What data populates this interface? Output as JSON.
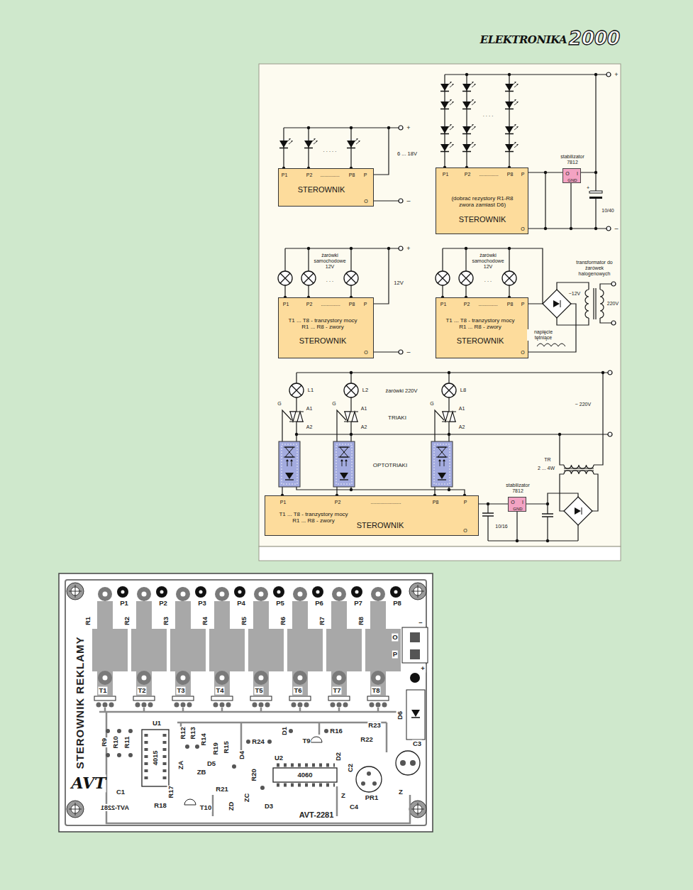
{
  "diagram": {
    "nodes": [
      {
        "text": [
          "P1",
          "P2",
          "..............",
          "P8",
          "P",
          "O",
          "STEROWNIK"
        ]
      },
      {
        "text": [
          "P1",
          "P2",
          "..............",
          "P8",
          "P",
          "O",
          "(dobrać rezystory R1-R8 zwora zamiast D6)",
          "STEROWNIK"
        ]
      },
      {
        "text": [
          "stabilizator 7812",
          "O",
          "I",
          "GND"
        ]
      },
      {
        "text": [
          "P1",
          "P2",
          "..............",
          "P8",
          "P",
          "O",
          "T1 ... T8 - tranzystory mocy R1 ... R8 - zwory",
          "STEROWNIK"
        ]
      },
      {
        "text": [
          "P1",
          "P2",
          "..............",
          "P8",
          "P",
          "O",
          "T1 ... T8 - tranzystory mocy R1 ... R8 - zwory",
          "STEROWNIK"
        ]
      },
      {
        "text": [
          "P1",
          "P2",
          "......................",
          "P8",
          "P",
          "O",
          "T1 ... T8 - tranzystory mocy R1 ... R8 - zwory",
          "STEROWNIK"
        ]
      },
      {
        "text": [
          "stabilizator 7812",
          "O",
          "I",
          "GND"
        ]
      }
    ],
    "edges": [
      {
        "from": 1,
        "to": 2,
        "arrow": "none"
      },
      {
        "from": 5,
        "to": 6,
        "arrow": "none"
      }
    ],
    "labels": [
      "ELEKTRONIKA",
      "2000",
      "+",
      "6 ... 18V",
      "–",
      "+",
      "+",
      "10/40",
      "–",
      ". . . . .",
      ". . . .",
      "+",
      "żarówki samochodowe 12V",
      ". . .",
      "12V",
      "–",
      "żarówki samochodowe 12V",
      ". . .",
      "transformator do żarówek halogenowych",
      "~12V",
      "220V",
      "napięcie tętniące",
      "L1",
      "L2",
      "L8",
      "żarówki 220V",
      "G",
      "A1",
      "A2",
      "G",
      "A1",
      "A2",
      "TRIAKI",
      "G",
      "A1",
      "A2",
      "OPTOTRIAKI",
      "~ 220V",
      "TR",
      "2 ... 4W",
      "10/16",
      "P1",
      "P2",
      "P3",
      "P4",
      "P5",
      "P6",
      "P7",
      "P8",
      "R1",
      "R2",
      "R3",
      "R4",
      "R5",
      "R6",
      "R7",
      "R8",
      "T1",
      "T2",
      "T3",
      "T4",
      "T5",
      "T6",
      "T7",
      "T8",
      "STEROWNIK REKLAMY",
      "R9",
      "R10",
      "R11",
      "U1",
      "4015",
      "R12",
      "R13",
      "R14",
      "D1",
      "R16",
      "R23",
      "T9",
      "R22",
      "R24",
      "R15",
      "D2",
      "U2",
      "4060",
      "C2",
      "C3",
      "D6",
      "ZA",
      "ZB",
      "D5",
      "D4",
      "R19",
      "R20",
      "C1",
      "R21",
      "R17",
      "R18",
      "T10",
      "ZD",
      "ZC",
      "D3",
      "Z",
      "C4",
      "PR1",
      "Z",
      "AVT",
      "AVT-2281",
      "AVT-2281",
      "O",
      "P",
      "–",
      "+"
    ]
  }
}
